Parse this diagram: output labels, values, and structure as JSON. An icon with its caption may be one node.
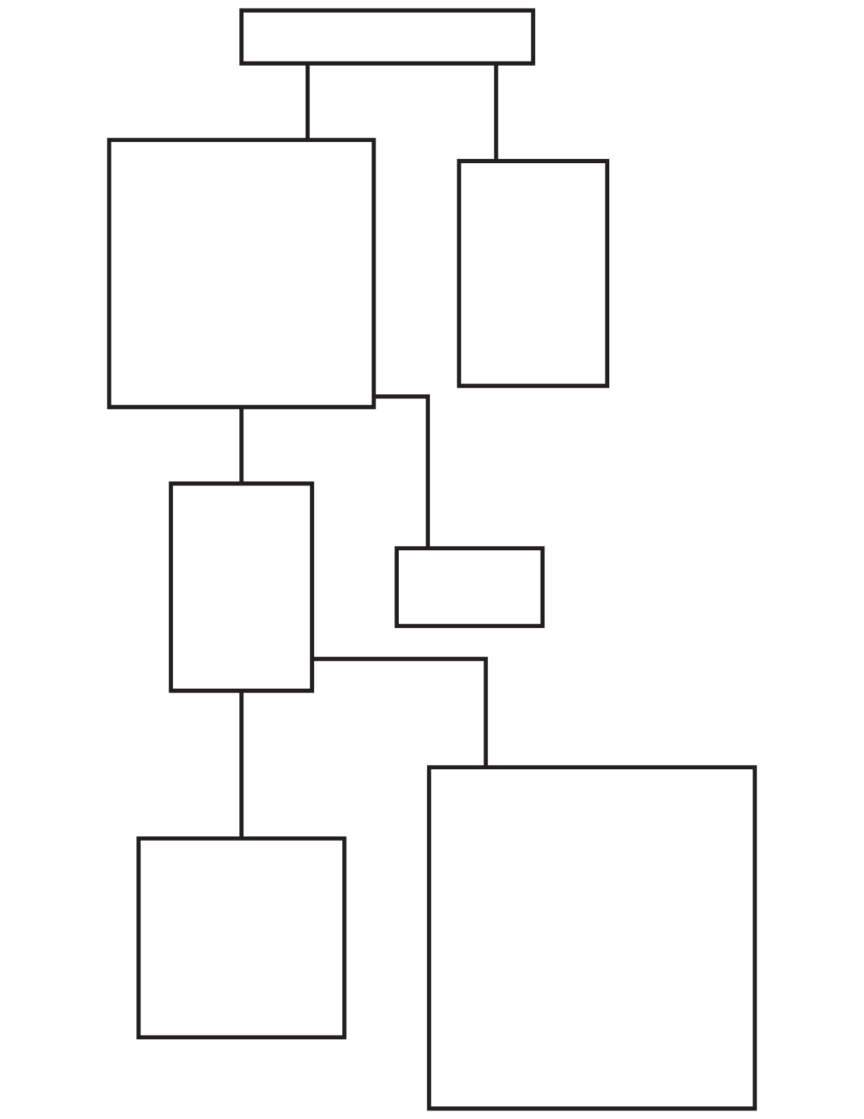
{
  "diagram": {
    "nodes": [
      {
        "text": [],
        "shape": "box"
      },
      {
        "text": [],
        "shape": "box"
      },
      {
        "text": [],
        "shape": "box"
      },
      {
        "text": [],
        "shape": "box"
      },
      {
        "text": [],
        "shape": "box"
      },
      {
        "text": [],
        "shape": "box"
      },
      {
        "text": [],
        "shape": "box"
      }
    ],
    "edges": [
      {
        "from": 0,
        "to": 1,
        "arrow": "none"
      },
      {
        "from": 0,
        "to": 2,
        "arrow": "none"
      },
      {
        "from": 1,
        "to": 4,
        "arrow": "none"
      },
      {
        "from": 1,
        "to": 3,
        "arrow": "none"
      },
      {
        "from": 3,
        "to": 6,
        "arrow": "none"
      },
      {
        "from": 3,
        "to": 5,
        "arrow": "none"
      }
    ]
  }
}
